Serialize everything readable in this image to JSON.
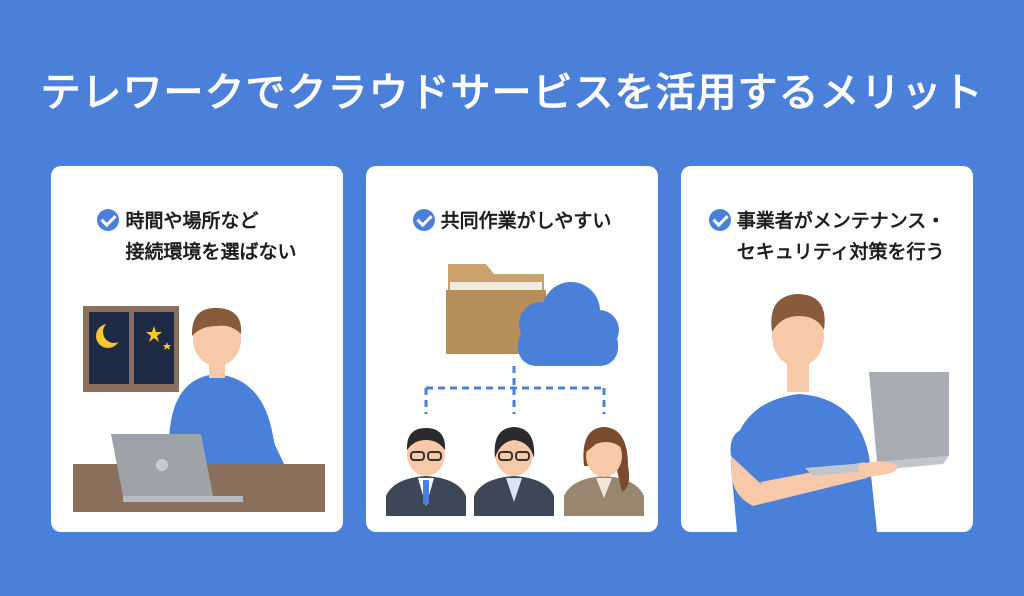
{
  "title": "テレワークでクラウドサービスを活用するメリット",
  "colors": {
    "background": "#4a80d9",
    "card": "#ffffff",
    "check": "#4a80d9"
  },
  "cards": [
    {
      "lines": [
        "時間や場所など",
        "接続環境を選ばない"
      ],
      "illustration": "night-window-laptop-person"
    },
    {
      "lines": [
        "共同作業がしやすい"
      ],
      "illustration": "folder-cloud-team"
    },
    {
      "lines": [
        "事業者がメンテナンス・",
        "セキュリティ対策を行う"
      ],
      "illustration": "person-holding-laptop"
    }
  ]
}
